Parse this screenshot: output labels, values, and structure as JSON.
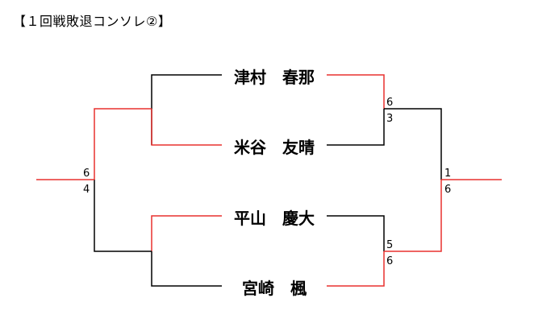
{
  "title": "【１回戦敗退コンソレ②】",
  "colors": {
    "winner_line": "#e8312f",
    "loser_line": "#000000"
  },
  "players": [
    {
      "name": "津村　春那"
    },
    {
      "name": "米谷　友晴"
    },
    {
      "name": "平山　慶大"
    },
    {
      "name": "宮崎　楓"
    }
  ],
  "scores": {
    "right_semi_top": "6",
    "right_semi_bottom": "3",
    "right_final_top": "1",
    "right_final_bottom": "6",
    "left_final_top": "6",
    "left_final_bottom": "4",
    "right_semi2_top": "5",
    "right_semi2_bottom": "6"
  }
}
